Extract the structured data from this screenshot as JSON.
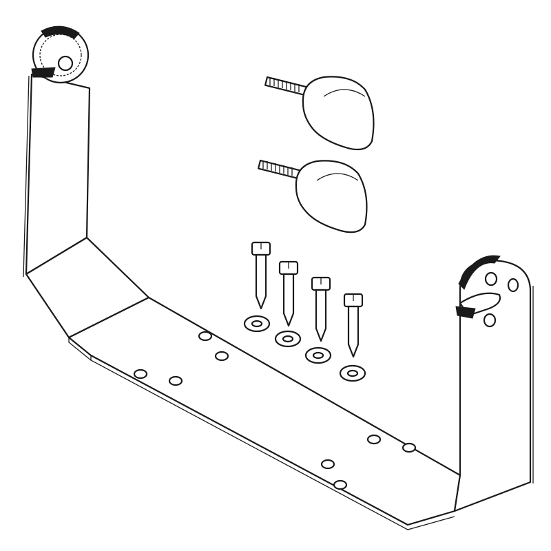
{
  "colors": {
    "line": "#1a1a1a",
    "background": "#ffffff"
  },
  "parts": {
    "knob_count": 2,
    "screw_count": 4,
    "washer_count": 4,
    "mounting_hole_count": 10
  }
}
